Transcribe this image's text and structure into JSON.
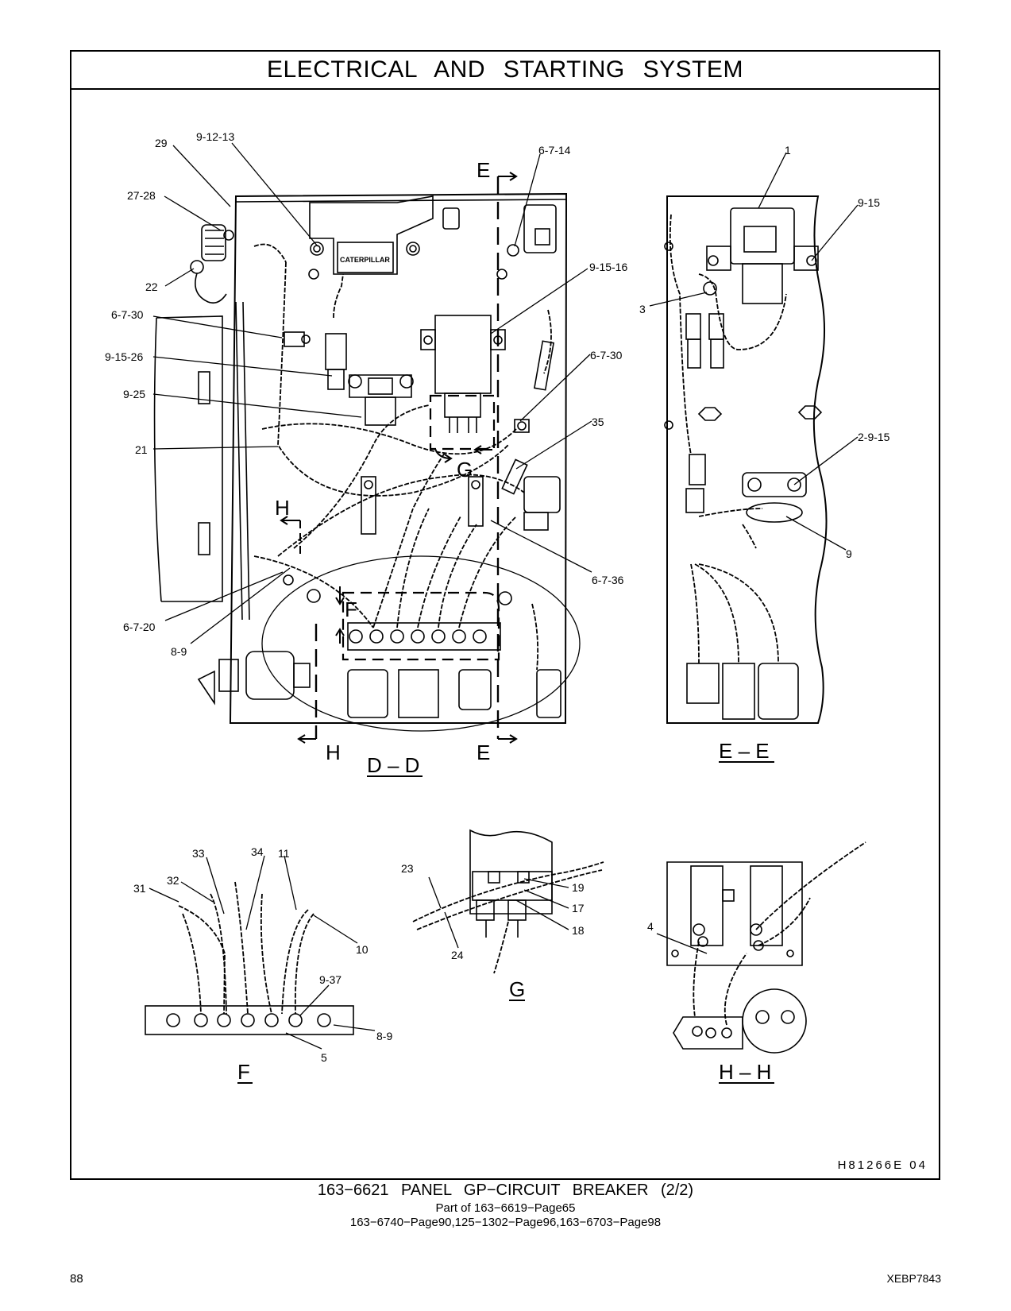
{
  "page": {
    "title": "ELECTRICAL AND STARTING SYSTEM",
    "drawing_ref": "H81266E  04",
    "caption": {
      "title": "163−6621  PANEL GP−CIRCUIT BREAKER (2/2)",
      "line1": "Part of 163−6619−Page65",
      "line2": "163−6740−Page90,125−1302−Page96,163−6703−Page98"
    },
    "page_number": "88",
    "doc_id": "XEBP7843"
  },
  "views": {
    "dd": {
      "name": "D – D",
      "callouts": [
        "29",
        "9-12-13",
        "27-28",
        "22",
        "6-7-30",
        "9-15-26",
        "9-25",
        "21",
        "6-7-20",
        "8-9",
        "6-7-14",
        "9-15-16",
        "6-7-30",
        "35",
        "6-7-36"
      ],
      "section_letters": [
        "E",
        "E",
        "H",
        "H",
        "G",
        "F"
      ]
    },
    "ee": {
      "name": "E – E",
      "callouts": [
        "1",
        "9-15",
        "3",
        "2-9-15",
        "9"
      ]
    },
    "f": {
      "name": "F",
      "callouts": [
        "33",
        "34",
        "11",
        "31",
        "32",
        "10",
        "9-37",
        "8-9",
        "5"
      ]
    },
    "g": {
      "name": "G",
      "callouts": [
        "23",
        "19",
        "17",
        "18",
        "24"
      ]
    },
    "hh": {
      "name": "H – H",
      "callouts": [
        "4"
      ]
    }
  }
}
